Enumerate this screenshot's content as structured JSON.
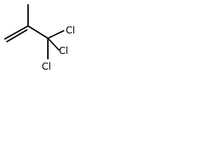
{
  "molecule": {
    "atoms": {
      "cl_right": "Cl",
      "cl_top": "Cl",
      "cl_bottom": "Cl"
    }
  }
}
